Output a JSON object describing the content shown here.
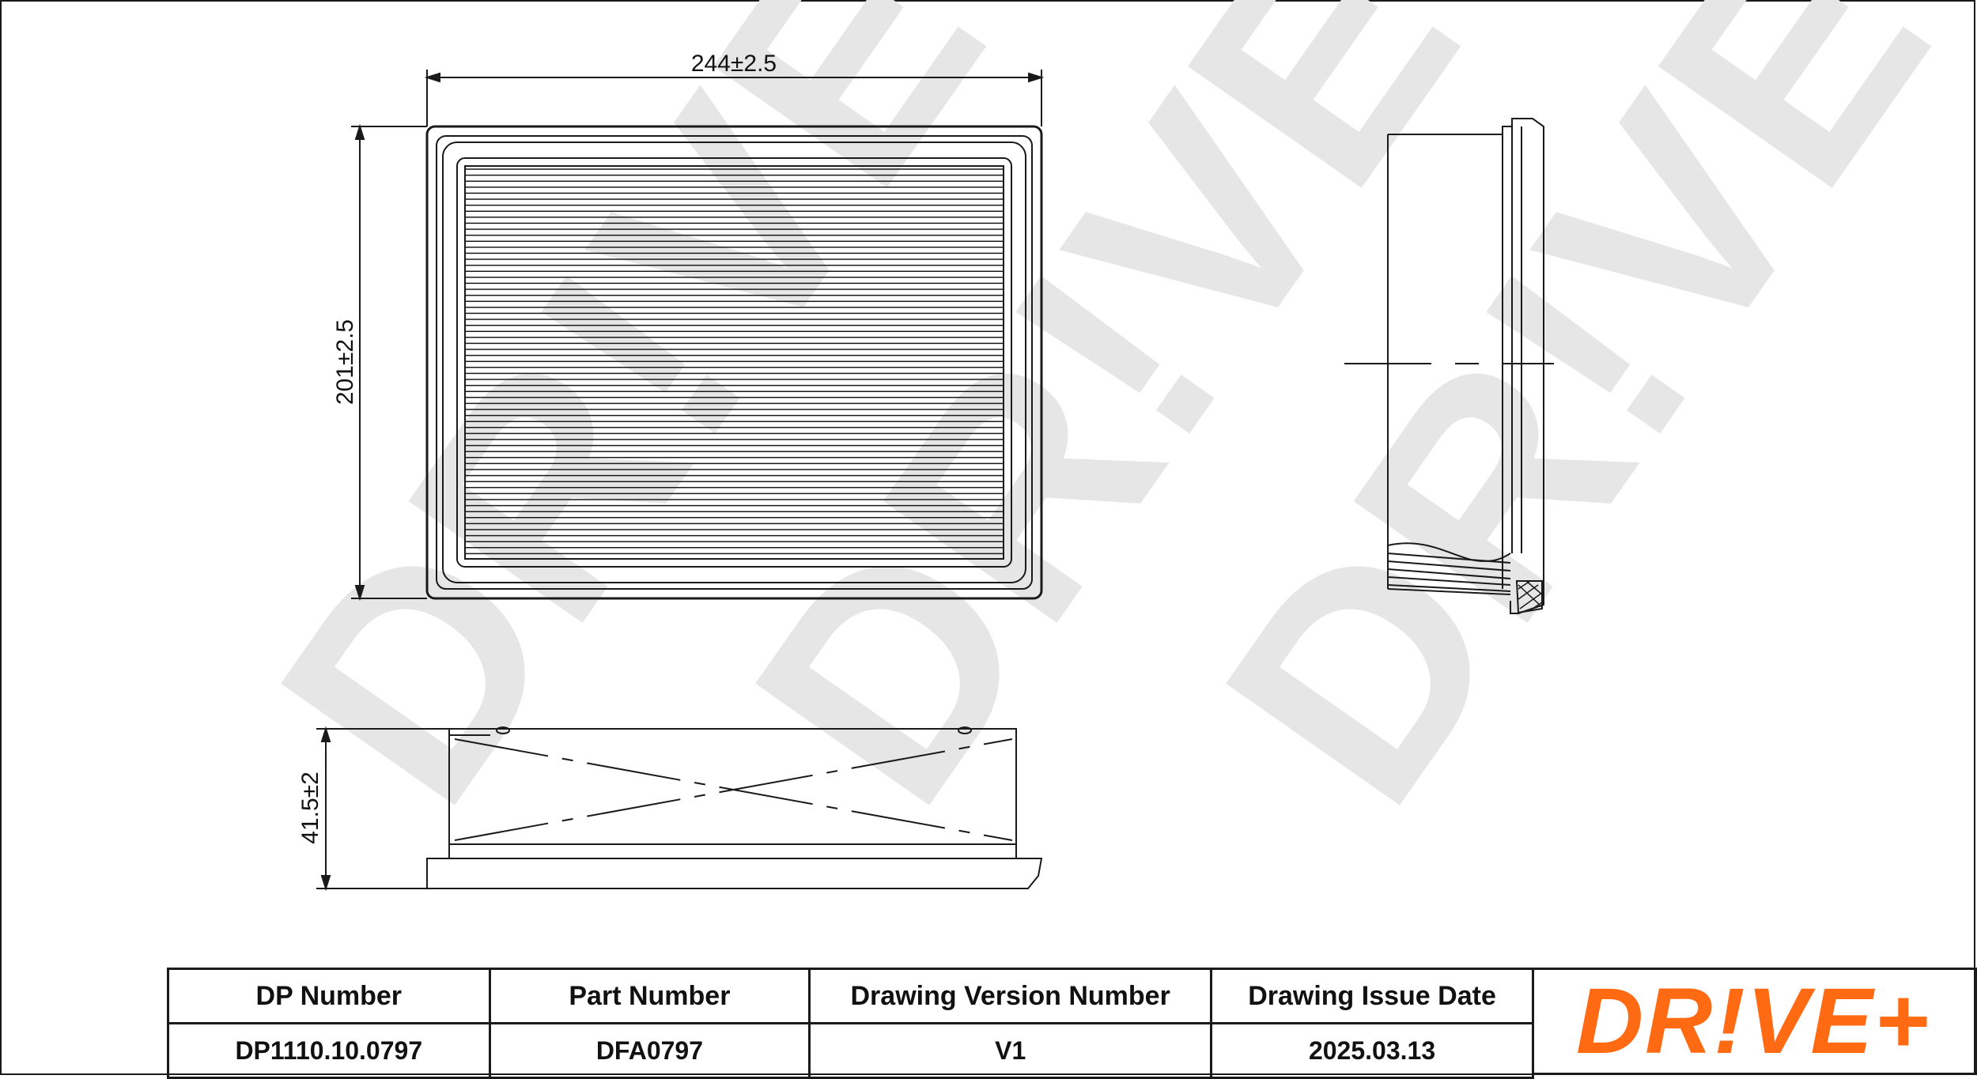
{
  "dimensions": {
    "width": "244±2.5",
    "height": "201±2.5",
    "depth": "41.5±2"
  },
  "watermark": "DR!VE+",
  "title_block": {
    "headers": [
      "DP Number",
      "Part Number",
      "Drawing Version Number",
      "Drawing Issue Date"
    ],
    "values": [
      "DP1110.10.0797",
      "DFA0797",
      "V1",
      "2025.03.13"
    ]
  },
  "logo": {
    "text": "DR!VE+",
    "color": "#ff6a13"
  },
  "colors": {
    "line": "#1a1a1a",
    "watermark": "#e6e6e6"
  }
}
